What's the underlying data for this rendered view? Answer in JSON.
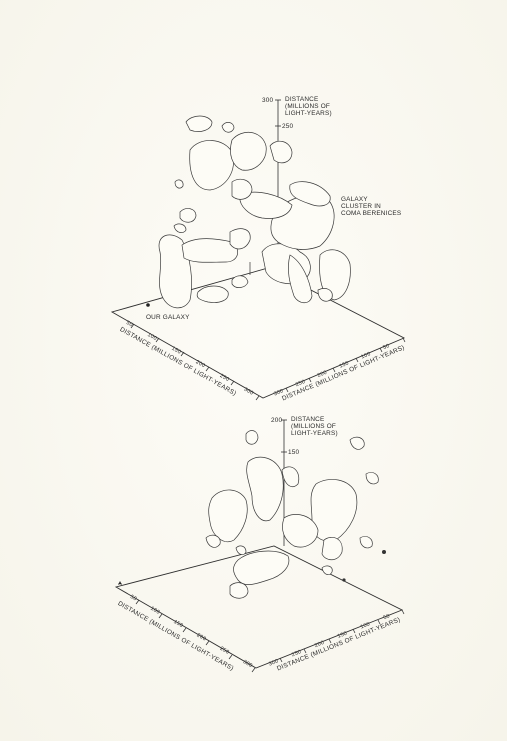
{
  "top_plot": {
    "vertical_axis": {
      "label_lines": [
        "DISTANCE",
        "(MILLIONS OF",
        "LIGHT-YEARS)"
      ],
      "ticks": [
        "300",
        "250"
      ]
    },
    "cluster_label_lines": [
      "GALAXY",
      "CLUSTER IN",
      "COMA BERENICES"
    ],
    "our_galaxy_label": "OUR GALAXY",
    "left_axis_label": "DISTANCE (MILLIONS OF LIGHT-YEARS)",
    "right_axis_label": "DISTANCE (MILLIONS OF LIGHT-YEARS)",
    "left_ticks": [
      "50",
      "100",
      "150",
      "200",
      "250",
      "300"
    ],
    "right_ticks": [
      "300",
      "250",
      "200",
      "150",
      "100",
      "50"
    ]
  },
  "bottom_plot": {
    "vertical_axis": {
      "label_lines": [
        "DISTANCE",
        "(MILLIONS OF",
        "LIGHT-YEARS)"
      ],
      "ticks": [
        "200",
        "150"
      ]
    },
    "left_axis_label": "DISTANCE (MILLIONS OF LIGHT-YEARS)",
    "right_axis_label": "DISTANCE (MILLIONS OF LIGHT-YEARS)",
    "left_ticks": [
      "50",
      "100",
      "150",
      "200",
      "250",
      "300"
    ],
    "right_ticks": [
      "300",
      "250",
      "200",
      "150",
      "100",
      "50"
    ]
  },
  "colors": {
    "paper": "#fbfaf4",
    "ink": "#2a2a2a"
  }
}
